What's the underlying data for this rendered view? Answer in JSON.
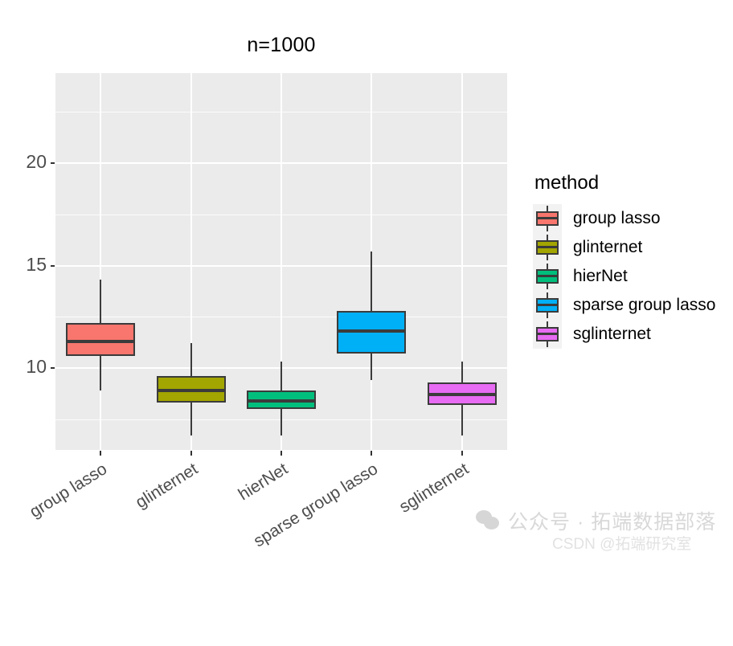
{
  "chart_data": {
    "type": "box",
    "title": "n=1000",
    "xlabel": "",
    "ylabel": "",
    "ylim": [
      6.0,
      24.4
    ],
    "yticks": [
      10,
      15,
      20
    ],
    "ytick_labels": [
      "10",
      "15",
      "20"
    ],
    "minor_gridlines": [
      7.5,
      12.5,
      17.5,
      22.5
    ],
    "grid": true,
    "legend_position": "right",
    "legend_title": "method",
    "categories": [
      "group lasso",
      "glinternet",
      "hierNet",
      "sparse group lasso",
      "sglinternet"
    ],
    "colors": [
      "#F8766D",
      "#A3A500",
      "#00BF7D",
      "#00B0F6",
      "#E76BF3"
    ],
    "outline_color": "#3B3B3B",
    "panel_background": "#EBEBEB",
    "boxes": [
      {
        "name": "group lasso",
        "color": "#F8766D",
        "whisker_low": 8.9,
        "q1": 10.6,
        "median": 11.3,
        "q3": 12.2,
        "whisker_high": 14.3
      },
      {
        "name": "glinternet",
        "color": "#A3A500",
        "whisker_low": 6.7,
        "q1": 8.3,
        "median": 8.9,
        "q3": 9.6,
        "whisker_high": 11.2
      },
      {
        "name": "hierNet",
        "color": "#00BF7D",
        "whisker_low": 6.7,
        "q1": 8.0,
        "median": 8.4,
        "q3": 8.9,
        "whisker_high": 10.3
      },
      {
        "name": "sparse group lasso",
        "color": "#00B0F6",
        "whisker_low": 9.4,
        "q1": 10.7,
        "median": 11.8,
        "q3": 12.8,
        "whisker_high": 15.7
      },
      {
        "name": "sglinternet",
        "color": "#E76BF3",
        "whisker_low": 6.7,
        "q1": 8.2,
        "median": 8.7,
        "q3": 9.3,
        "whisker_high": 10.3
      }
    ]
  },
  "legend": {
    "title": "method",
    "items": [
      {
        "label": "group lasso",
        "color": "#F8766D"
      },
      {
        "label": "glinternet",
        "color": "#A3A500"
      },
      {
        "label": "hierNet",
        "color": "#00BF7D"
      },
      {
        "label": "sparse group lasso",
        "color": "#00B0F6"
      },
      {
        "label": "sglinternet",
        "color": "#E76BF3"
      }
    ]
  },
  "watermark": {
    "icon": "wechat-icon",
    "text": "公众号 · 拓端数据部落",
    "subtext": "CSDN @拓端研究室"
  }
}
